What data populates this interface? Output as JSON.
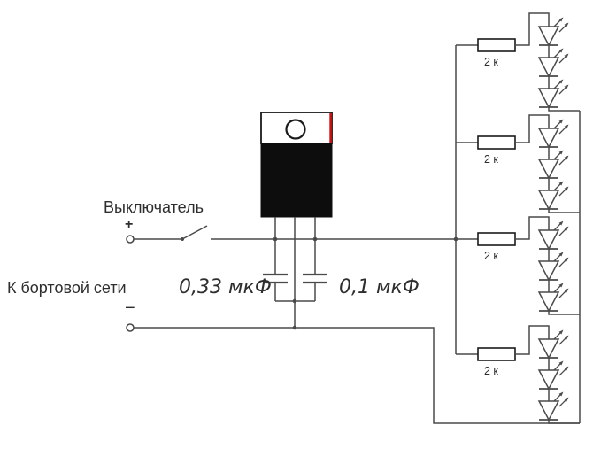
{
  "labels": {
    "switch_label": "Выключатель",
    "supply_label": "К бортовой сети",
    "plus": "+",
    "minus": "−",
    "cap1_value": "0,33 мкФ",
    "cap2_value": "0,1 мкФ"
  },
  "resistors": [
    {
      "value": "2 к"
    },
    {
      "value": "2 к"
    },
    {
      "value": "2 к"
    },
    {
      "value": "2 к"
    }
  ],
  "components": {
    "regulator": "to220-voltage-regulator",
    "led_strings": 4,
    "leds_per_string": 3
  },
  "colors": {
    "wire": "#4a4a4a",
    "component_outline": "#1a1a1a",
    "regulator_body": "#0d0d0d",
    "tab_accent": "#cc1111",
    "text": "#2e2e2e",
    "background": "#ffffff"
  }
}
